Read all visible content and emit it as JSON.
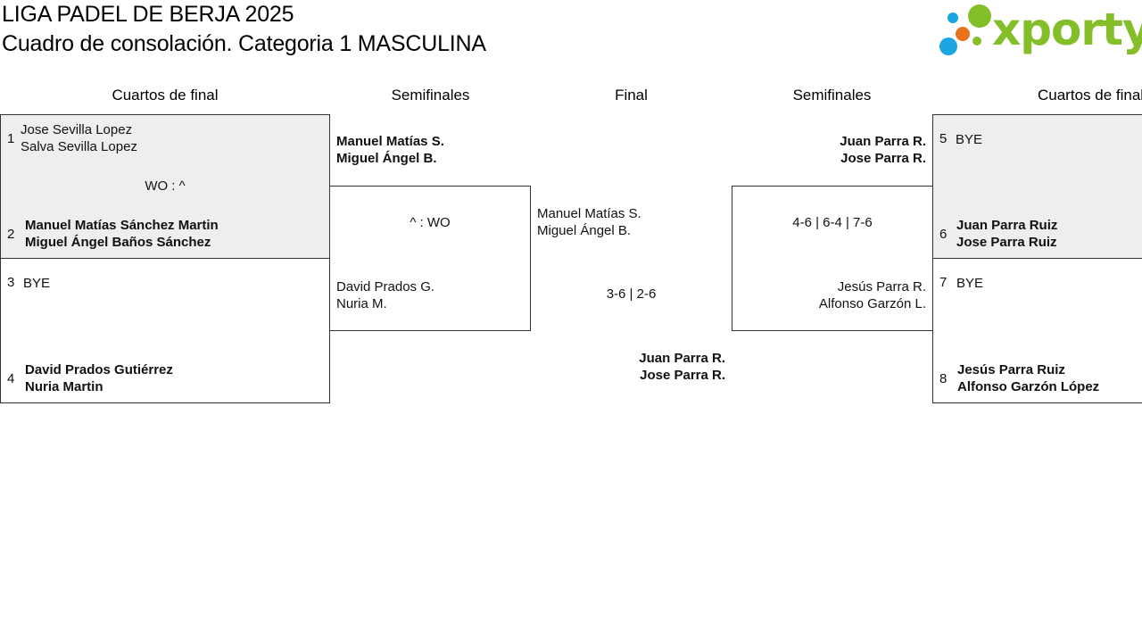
{
  "header": {
    "title": "LIGA PADEL DE BERJA 2025",
    "subtitle": "Cuadro de consolación. Categoria 1 MASCULINA"
  },
  "logo": {
    "text": "xporty",
    "colors": [
      "#1aa5e3",
      "#e8731a",
      "#84bf2a"
    ]
  },
  "rounds": {
    "left_quarters": "Cuartos de final",
    "left_semis": "Semifinales",
    "final": "Final",
    "right_semis": "Semifinales",
    "right_quarters": "Cuartos de final"
  },
  "left_quarters": {
    "match1": {
      "top": {
        "seed": "1",
        "p1": "Jose Sevilla Lopez",
        "p2": "Salva Sevilla Lopez"
      },
      "score": "WO : ^",
      "bottom": {
        "seed": "2",
        "p1": "Manuel Matías Sánchez Martin",
        "p2": "Miguel Ángel Baños Sánchez"
      }
    },
    "match2": {
      "top": {
        "seed": "3",
        "p1": "BYE"
      },
      "bottom": {
        "seed": "4",
        "p1": "David Prados Gutiérrez",
        "p2": "Nuria Martin"
      }
    }
  },
  "left_semis": {
    "top": {
      "p1": "Manuel Matías S.",
      "p2": "Miguel Ángel B."
    },
    "score": "^ : WO",
    "bottom": {
      "p1": "David Prados G.",
      "p2": "Nuria M."
    }
  },
  "final": {
    "top": {
      "p1": "Manuel Matías S.",
      "p2": "Miguel Ángel B."
    },
    "score": "3-6 | 2-6",
    "bottom": {
      "p1": "Juan Parra R.",
      "p2": "Jose Parra R."
    }
  },
  "right_semis": {
    "top": {
      "p1": "Juan Parra R.",
      "p2": "Jose Parra R."
    },
    "score": "4-6 | 6-4 | 7-6",
    "bottom": {
      "p1": "Jesús Parra R.",
      "p2": "Alfonso Garzón L."
    }
  },
  "right_quarters": {
    "match1": {
      "top": {
        "seed": "5",
        "p1": "BYE"
      },
      "bottom": {
        "seed": "6",
        "p1": "Juan Parra Ruiz",
        "p2": "Jose Parra Ruiz"
      }
    },
    "match2": {
      "top": {
        "seed": "7",
        "p1": "BYE"
      },
      "bottom": {
        "seed": "8",
        "p1": "Jesús Parra Ruiz",
        "p2": "Alfonso Garzón López"
      }
    }
  }
}
